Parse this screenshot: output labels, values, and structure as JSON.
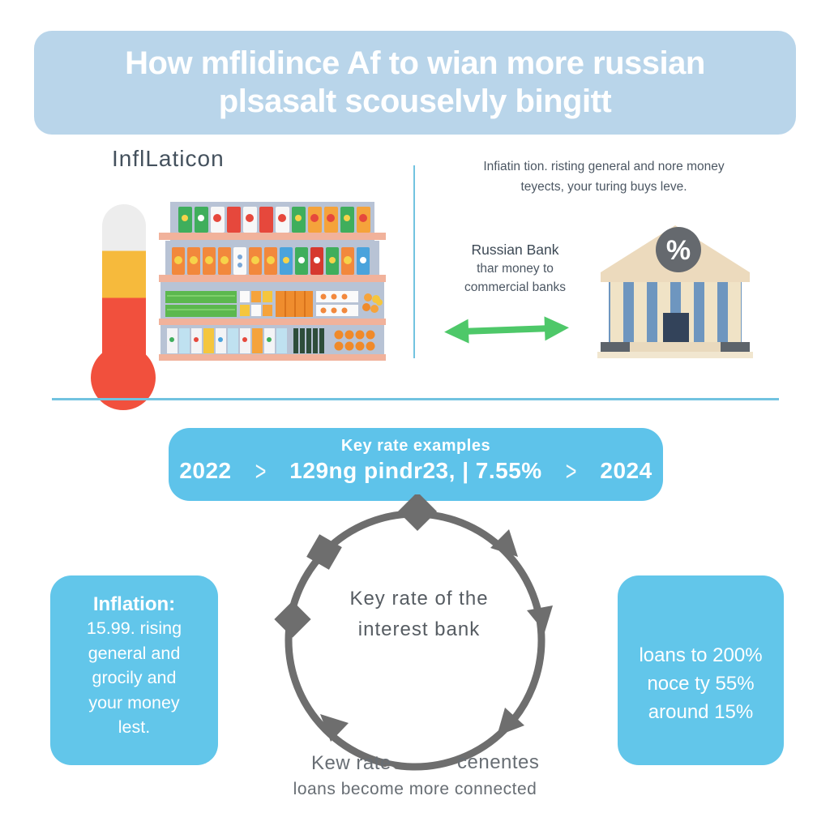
{
  "title": {
    "line1": "How  mflidince Af to wian more russian",
    "line2": "plsasalt scouselvly bingitt"
  },
  "inflation_section": {
    "heading": "InflLaticon"
  },
  "bank_section": {
    "description_line1": "Infiatin tion. risting general and nore money",
    "description_line2": "teyects, your turing buys leve.",
    "bank_title": "Russian Bank",
    "bank_line2": "thar money to",
    "bank_line3": "commercial banks",
    "percent_symbol": "%"
  },
  "timeline": {
    "heading": "Key rate examples",
    "year_start": "2022",
    "chevron": ">",
    "middle_text": "129ng pindr23, | 7.55%",
    "year_end": "2024"
  },
  "cycle": {
    "center_line1": "Key rate of the",
    "center_line2": "interest bank",
    "label_left": "Kew rate",
    "label_right": "cenentes",
    "caption": "loans become more connected"
  },
  "info_left": {
    "heading": "Inflation:",
    "lines": [
      "15.99. rising",
      "general and",
      "grocily and",
      "your money",
      "lest."
    ]
  },
  "info_right": {
    "lines": [
      "loans to 200%",
      "noce ty 55%",
      "around 15%"
    ]
  },
  "colors": {
    "title-banner": "#b9d5ea",
    "accent-blue": "#5ec3ea",
    "box-blue": "#62c6ea",
    "divider-blue": "#72c3e0",
    "cycle-gray": "#6e6e6e",
    "text-dark": "#44515d",
    "text-gray": "#4c5763",
    "arrow-green": "#4ec869",
    "thermo-red": "#f1503d",
    "thermo-yellow": "#f6ba3c",
    "shelf-bg": "#b8c3d5",
    "shelf-board": "#f1b29b",
    "bank-cream": "#ecdabd",
    "bank-blue": "#6e96bf"
  }
}
